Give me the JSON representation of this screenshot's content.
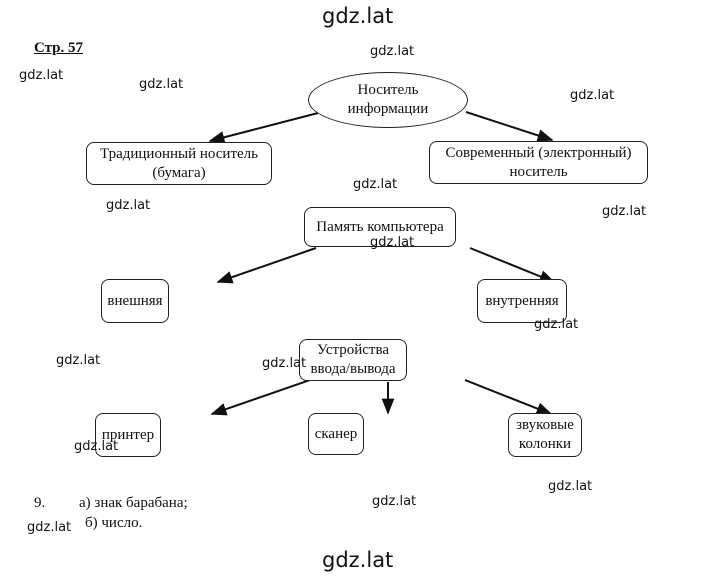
{
  "watermark": "gdz.lat",
  "page_label": "Стр. 57",
  "nodes": {
    "root": [
      "Носитель",
      "информации"
    ],
    "traditional": [
      "Традиционный носитель",
      "(бумага)"
    ],
    "modern": [
      "Современный (электронный)",
      "носитель"
    ],
    "memory": [
      "Память компьютера"
    ],
    "external": [
      "внешняя"
    ],
    "internal": [
      "внутренняя"
    ],
    "io": [
      "Устройства",
      "ввода/вывода"
    ],
    "printer": [
      "принтер"
    ],
    "scanner": [
      "сканер"
    ],
    "speakers": [
      "звуковые",
      "колонки"
    ]
  },
  "task": {
    "number": "9.",
    "line_a": "а) знак барабана;",
    "line_b": "б) число."
  }
}
